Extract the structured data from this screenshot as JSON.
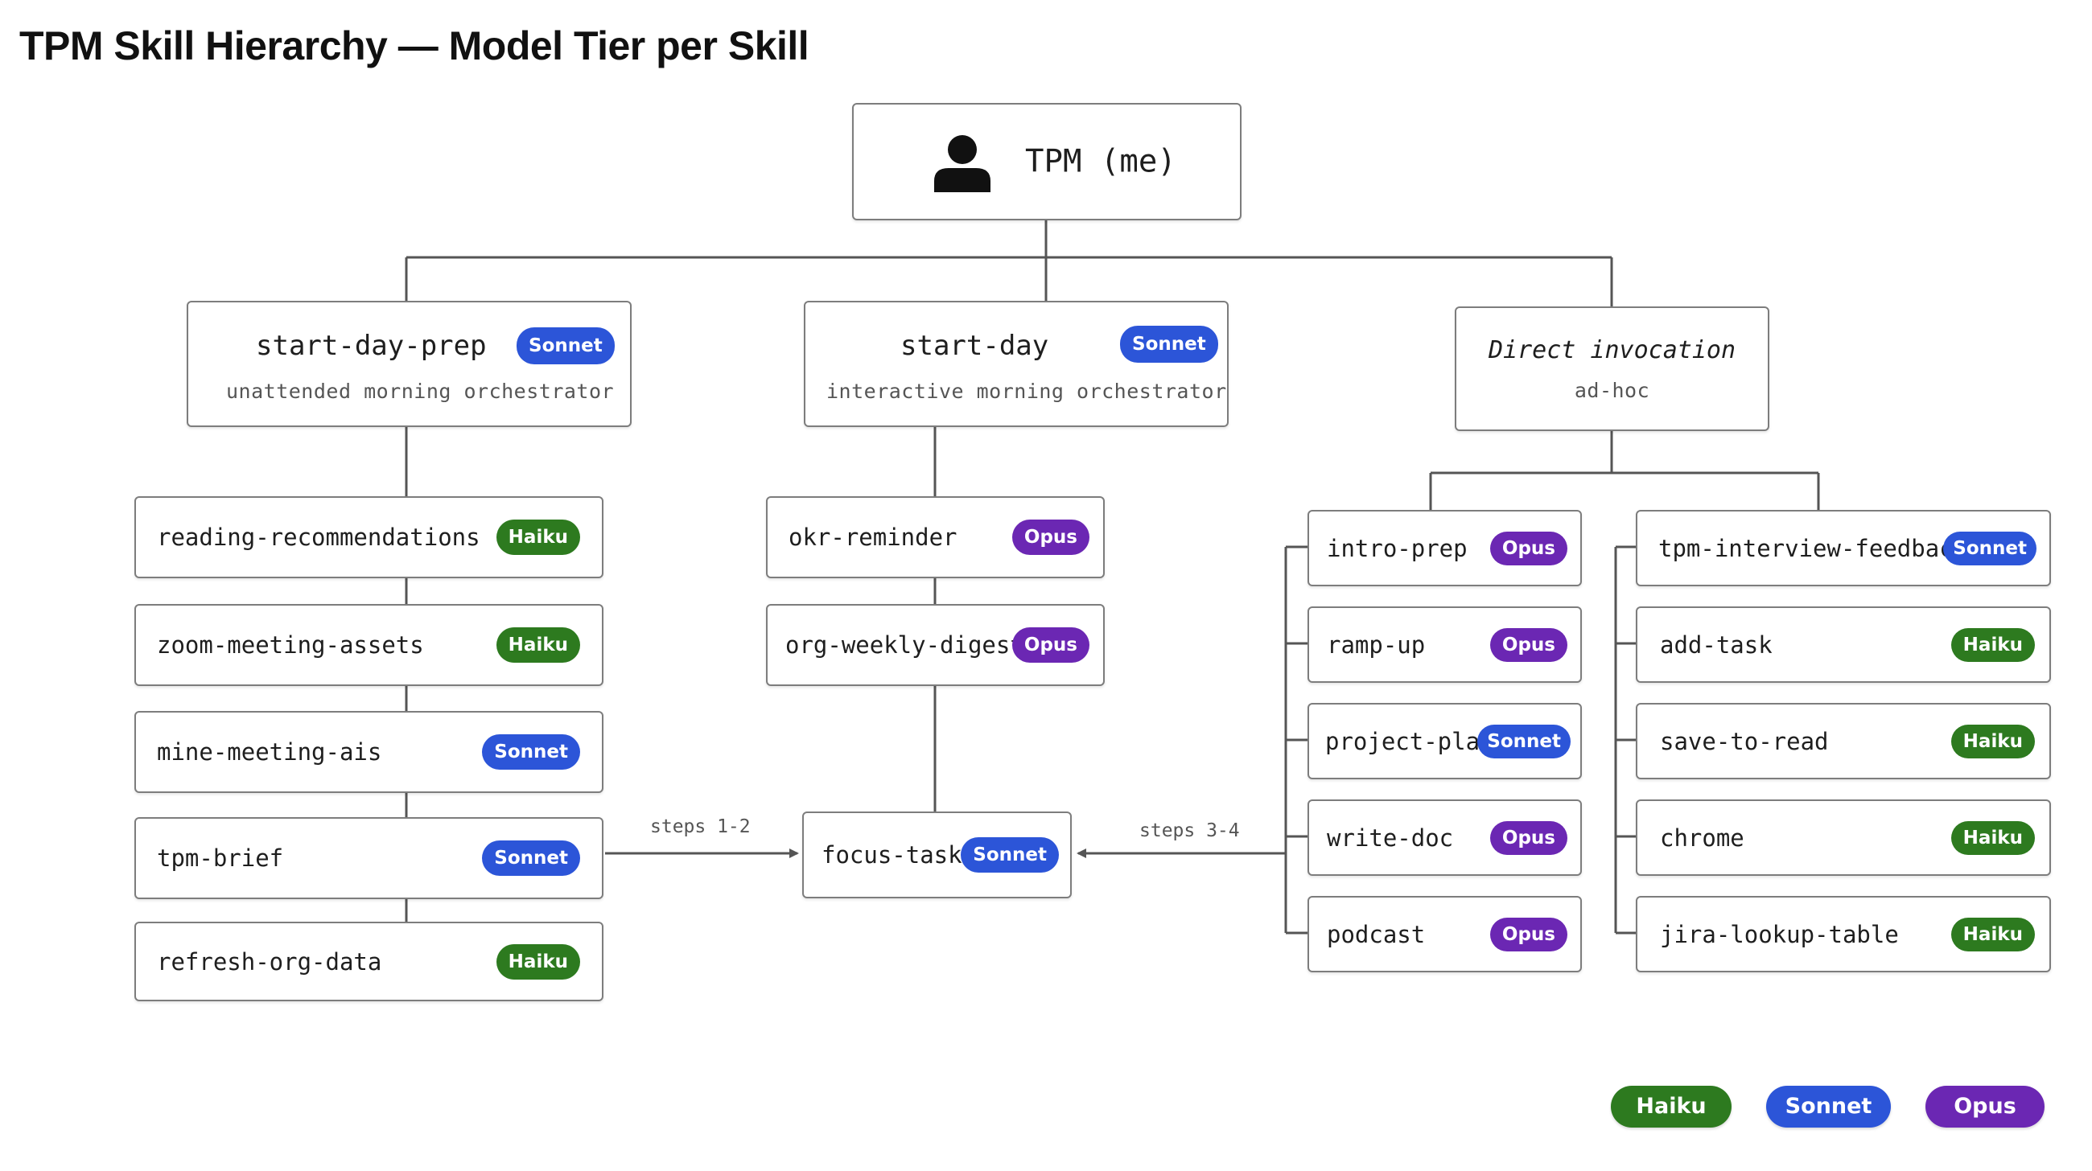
{
  "title": "TPM Skill Hierarchy — Model Tier per Skill",
  "colors": {
    "haiku": "#2d7a1f",
    "sonnet": "#2c55d8",
    "opus": "#6b27b3"
  },
  "root": {
    "label": "TPM (me)",
    "icon": "person-icon"
  },
  "orchestrators": {
    "prep": {
      "title": "start-day-prep",
      "subtitle": "unattended morning orchestrator",
      "badge": "Sonnet"
    },
    "day": {
      "title": "start-day",
      "subtitle": "interactive morning orchestrator",
      "badge": "Sonnet"
    },
    "direct": {
      "title": "Direct invocation",
      "subtitle": "ad-hoc"
    }
  },
  "prep_skills": [
    {
      "label": "reading-recommendations",
      "badge": "Haiku"
    },
    {
      "label": "zoom-meeting-assets",
      "badge": "Haiku"
    },
    {
      "label": "mine-meeting-ais",
      "badge": "Sonnet"
    },
    {
      "label": "tpm-brief",
      "badge": "Sonnet"
    },
    {
      "label": "refresh-org-data",
      "badge": "Haiku"
    }
  ],
  "day_skills": [
    {
      "label": "okr-reminder",
      "badge": "Opus"
    },
    {
      "label": "org-weekly-digest",
      "badge": "Opus"
    }
  ],
  "focus": {
    "label": "focus-tasks",
    "badge": "Sonnet"
  },
  "edges": {
    "steps_left": "steps 1-2",
    "steps_right": "steps 3-4"
  },
  "direct_left": [
    {
      "label": "intro-prep",
      "badge": "Opus"
    },
    {
      "label": "ramp-up",
      "badge": "Opus"
    },
    {
      "label": "project-plan",
      "badge": "Sonnet"
    },
    {
      "label": "write-doc",
      "badge": "Opus"
    },
    {
      "label": "podcast",
      "badge": "Opus"
    }
  ],
  "direct_right": [
    {
      "label": "tpm-interview-feedback",
      "badge": "Sonnet"
    },
    {
      "label": "add-task",
      "badge": "Haiku"
    },
    {
      "label": "save-to-read",
      "badge": "Haiku"
    },
    {
      "label": "chrome",
      "badge": "Haiku"
    },
    {
      "label": "jira-lookup-table",
      "badge": "Haiku"
    }
  ],
  "legend": [
    "Haiku",
    "Sonnet",
    "Opus"
  ]
}
